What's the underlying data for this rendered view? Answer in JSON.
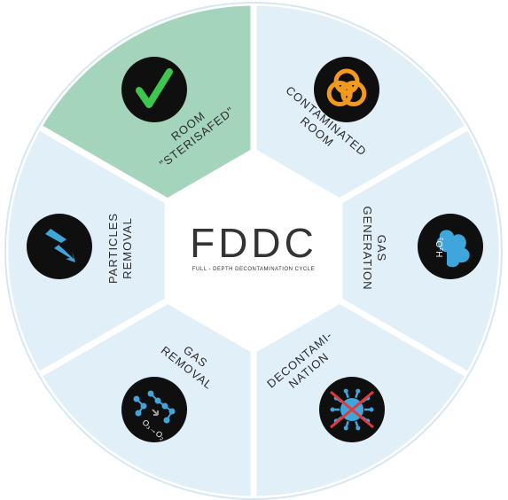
{
  "title": "FDDC",
  "subtitle": "FULL - DEPTH DECONTAMINATION CYCLE",
  "colors": {
    "segment_default": "#e1eff9",
    "segment_active": "#a5d4bd",
    "outline": "#ffffff",
    "center": "#ffffff",
    "icon_bg": "#0f0f0f",
    "biohazard": "#f39a1e",
    "check": "#3fc64e",
    "accent_blue": "#3fa6dc",
    "cross_red": "#e23a3a"
  },
  "segments": [
    {
      "id": "contaminated-room",
      "lines": [
        "CONTAMINATED",
        "ROOM"
      ],
      "icon": "biohazard-icon",
      "active": false
    },
    {
      "id": "gas-generation",
      "lines": [
        "GAS",
        "GENERATION"
      ],
      "icon": "cloud-h2o2-icon",
      "icon_text": "H₂O₂",
      "active": false
    },
    {
      "id": "decontamination",
      "lines": [
        "DECONTAMI-",
        "NATION"
      ],
      "icon": "crossed-virus-icon",
      "active": false
    },
    {
      "id": "gas-removal",
      "lines": [
        "GAS",
        "REMOVAL"
      ],
      "icon": "molecule-icon",
      "icon_text": "O₃→O₂",
      "active": false
    },
    {
      "id": "particles-removal",
      "lines": [
        "PARTICLES",
        "REMOVAL"
      ],
      "icon": "lightning-icon",
      "active": false
    },
    {
      "id": "room-sterisafed",
      "lines": [
        "ROOM",
        "\"STERISAFED\""
      ],
      "icon": "checkmark-icon",
      "active": true
    }
  ]
}
